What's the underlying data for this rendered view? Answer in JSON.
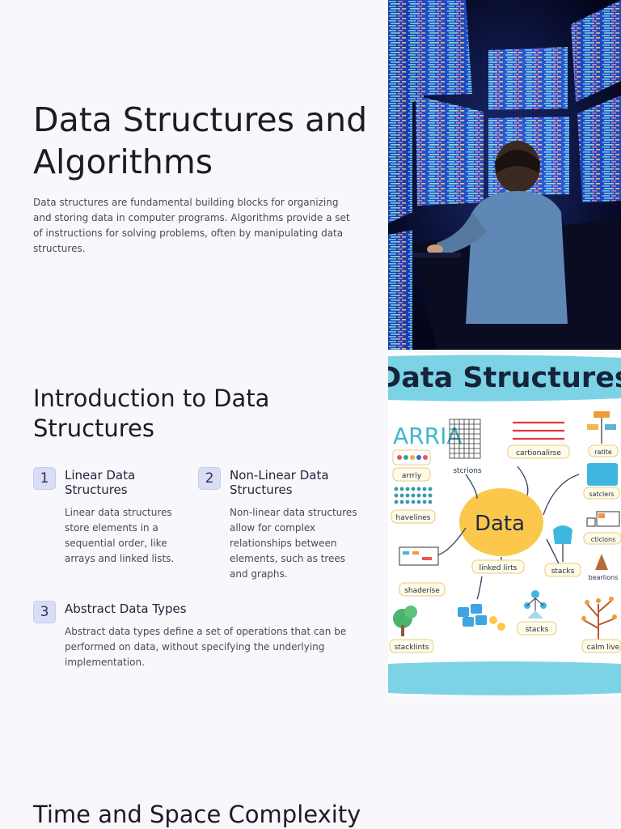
{
  "hero": {
    "title": "Data Structures and Algorithms",
    "description": "Data structures are fundamental building blocks for organizing and storing data in computer programs. Algorithms provide a set of instructions for solving problems, often by manipulating data structures."
  },
  "intro": {
    "title": "Introduction to Data Structures",
    "items": [
      {
        "number": "1",
        "title": "Linear Data Structures",
        "body": "Linear data structures store elements in a sequential order, like arrays and linked lists."
      },
      {
        "number": "2",
        "title": "Non-Linear Data Structures",
        "body": "Non-linear data structures allow for complex relationships between elements, such as trees and graphs."
      },
      {
        "number": "3",
        "title": "Abstract Data Types",
        "body": "Abstract data types define a set of operations that can be performed on data, without specifying the underlying implementation."
      }
    ]
  },
  "diagram": {
    "banner": "Data Structures",
    "center": "Data",
    "labels": [
      "ARRIA",
      "arrriy",
      "havelines",
      "stcrions",
      "cartionalirse",
      "ratite",
      "satclers",
      "cticlons",
      "bearlions",
      "stacks",
      "linked lirts",
      "shaderise",
      "stacklints",
      "stacks",
      "calm live"
    ]
  },
  "complexity": {
    "title": "Time and Space Complexity"
  }
}
